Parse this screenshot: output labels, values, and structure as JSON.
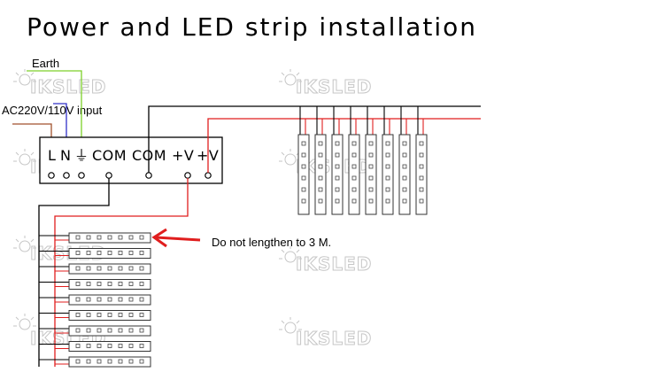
{
  "title": "Power and LED strip installation",
  "labels": {
    "earth": "Earth",
    "ac_input": "AC220V/110V input",
    "warning": "Do not lengthen to 3 M."
  },
  "terminals": [
    "L",
    "N",
    "⏚",
    "COM",
    "COM",
    "+V",
    "+V"
  ],
  "watermark": "IKSLED",
  "colors": {
    "earth_wire": "#7dd12a",
    "neutral_wire": "#3030c8",
    "line_wire": "#a0522d",
    "positive_wire": "#e01e1e",
    "ground_wire": "#000000",
    "arrow": "#e01e1e",
    "watermark": "#c6c6c6"
  },
  "icons": [
    "led-bulb-icon",
    "ground-symbol-icon",
    "arrow-left-icon"
  ]
}
